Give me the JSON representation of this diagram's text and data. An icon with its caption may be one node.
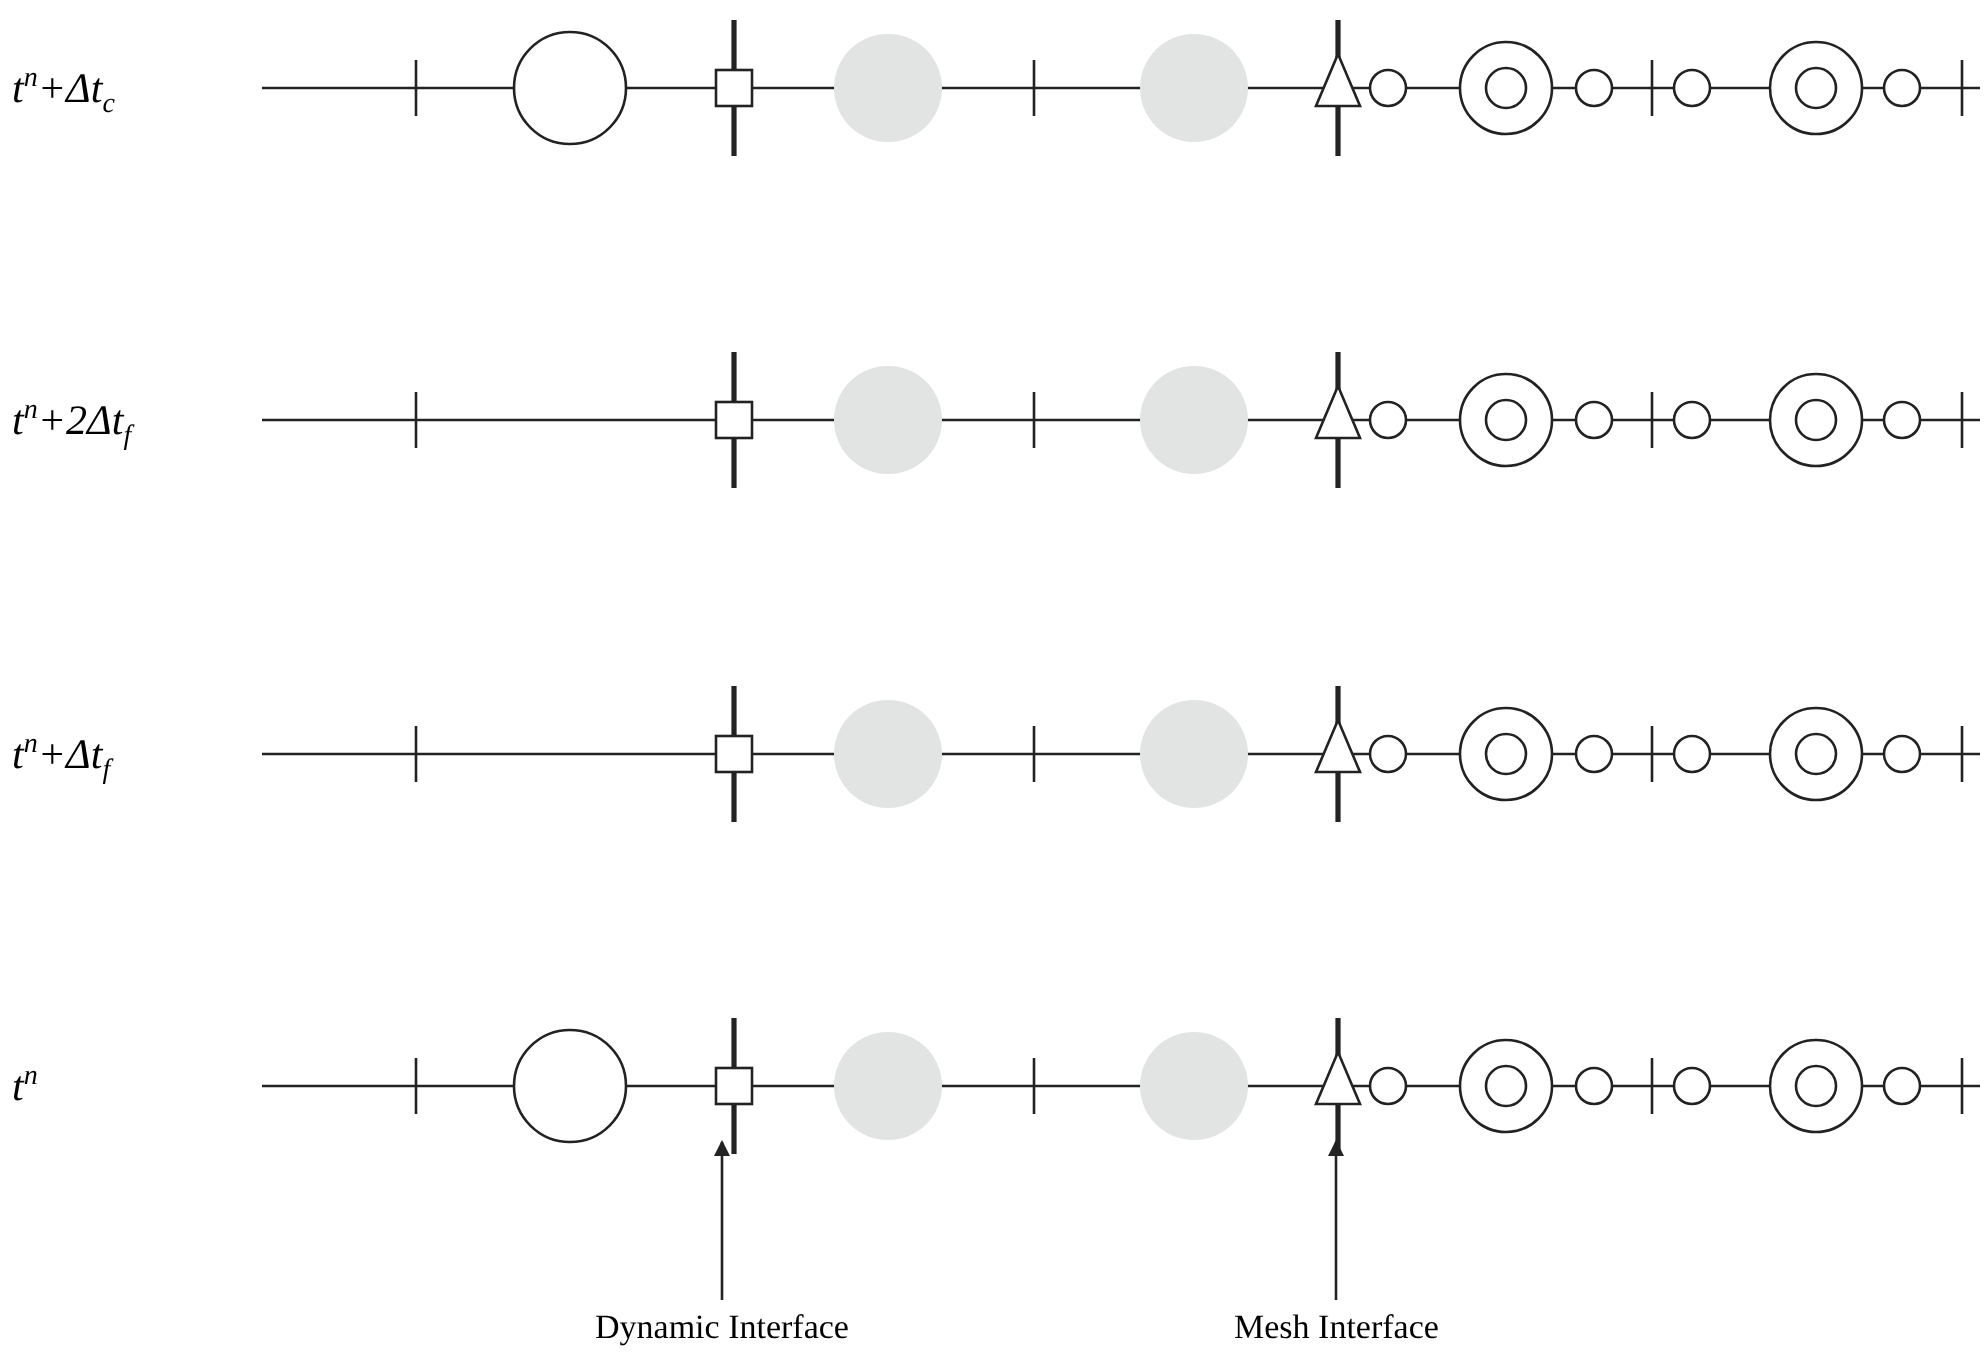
{
  "diagram": {
    "nodes": [
      {
        "text": [
          "Dynamic Interface"
        ]
      },
      {
        "text": [
          "Mesh Interface"
        ]
      }
    ],
    "edges": [
      {
        "from": 0,
        "to": null,
        "arrow": "to"
      },
      {
        "from": 1,
        "to": null,
        "arrow": "to"
      }
    ],
    "labels": [
      "t$^{n}$+Δt$_{c}$",
      "t$^{n}$+2Δt$_{f}$",
      "t$^{n}$+Δt$_{f}$",
      "t$^{n}$"
    ]
  }
}
